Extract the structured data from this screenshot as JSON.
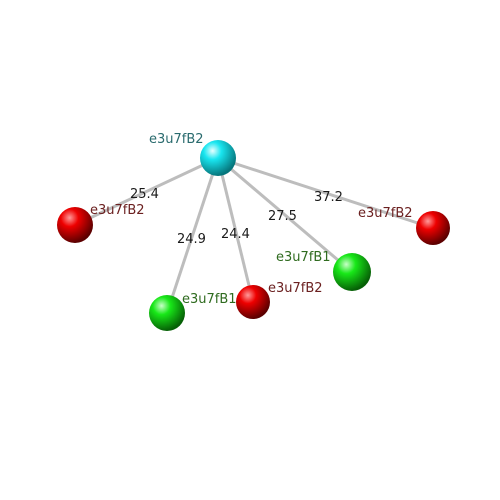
{
  "colors": {
    "center": "#19e6f0",
    "red": "#ee0000",
    "green": "#18e818",
    "label_center": "#2a6b6e",
    "label_red": "#6b2020",
    "label_green": "#2f6b1f",
    "bond": "#bdbdbd"
  },
  "center": {
    "label": "e3u7fB2"
  },
  "neighbors": [
    {
      "label": "e3u7fB2",
      "distance": "25.4",
      "color": "red"
    },
    {
      "label": "e3u7fB1",
      "distance": "24.9",
      "color": "green"
    },
    {
      "label": "e3u7fB2",
      "distance": "24.4",
      "color": "red"
    },
    {
      "label": "e3u7fB1",
      "distance": "27.5",
      "color": "green"
    },
    {
      "label": "e3u7fB2",
      "distance": "37.2",
      "color": "red"
    }
  ]
}
